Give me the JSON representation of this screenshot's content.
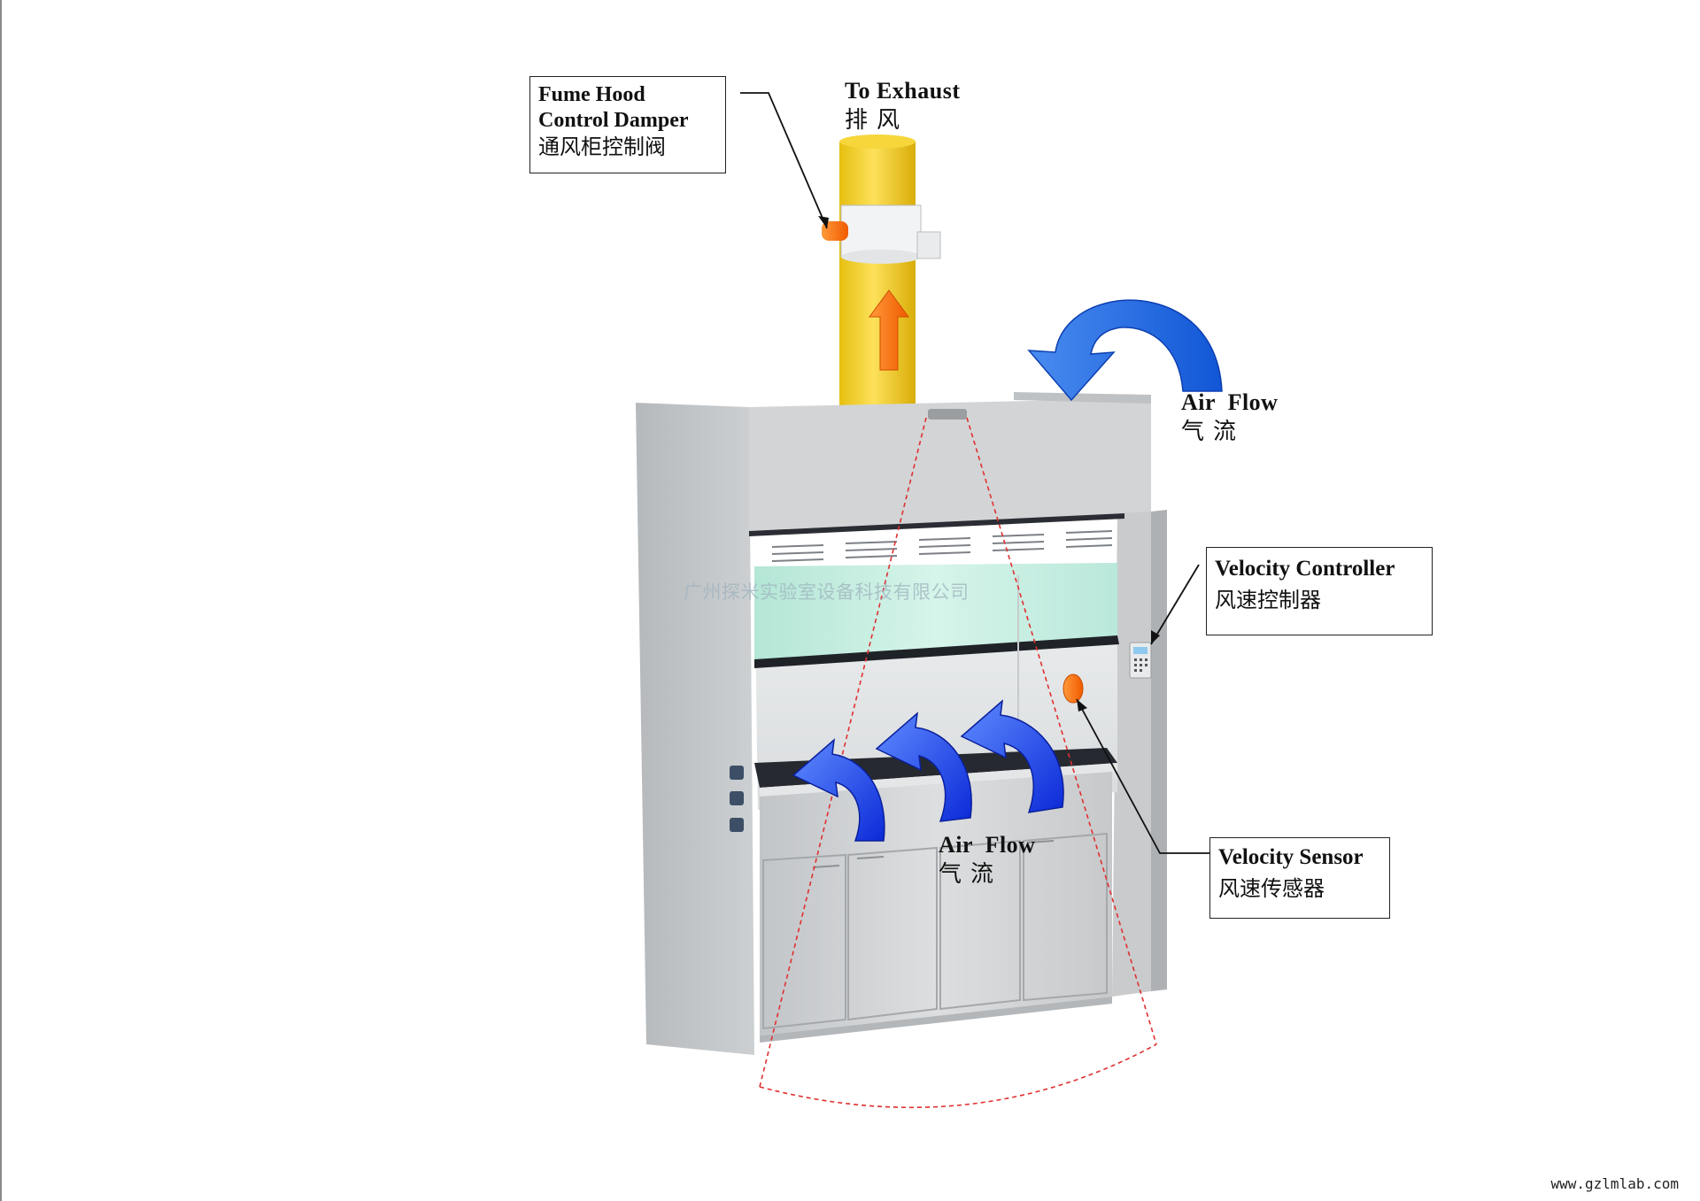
{
  "callouts": {
    "damper": {
      "line1": "Fume Hood",
      "line2": "Control Damper",
      "zh": "通风柜控制阀"
    },
    "controller": {
      "en": "Velocity Controller",
      "zh": "风速控制器"
    },
    "sensor": {
      "en": "Velocity Sensor",
      "zh": "风速传感器"
    }
  },
  "labels": {
    "exhaust": {
      "en": "To Exhaust",
      "zh": "排风"
    },
    "airflow_top": {
      "en": "Air  Flow",
      "zh": "气流"
    },
    "airflow_bottom": {
      "en": "Air  Flow",
      "zh": "气流"
    }
  },
  "watermark": "广州探米实验室设备科技有限公司",
  "website": "www.gzlmlab.com",
  "colors": {
    "duct": "#f2cf1a",
    "arrow_exhaust": "#ff7a10",
    "airflow_arrow": "#1a3cf0",
    "cabinet": "#cfd1d3",
    "sash_glass": "#bfeadc",
    "sensor": "#ff6a14",
    "detection_cone": "#e03030"
  },
  "icons": [
    "exhaust-arrow-icon",
    "airflow-arrow-icon",
    "damper-actuator-icon",
    "velocity-sensor-icon",
    "controller-keypad-icon"
  ]
}
